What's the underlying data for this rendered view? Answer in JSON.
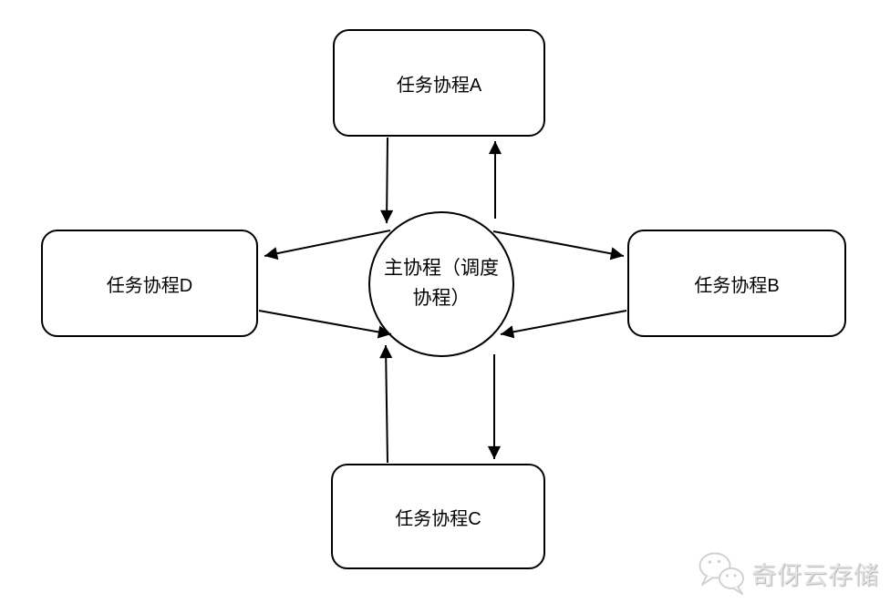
{
  "diagram": {
    "center": {
      "label": "主协程（调度协程）",
      "label_line1": "主协程（调度",
      "label_line2": "协程）"
    },
    "nodes": [
      {
        "id": "A",
        "label": "任务协程A",
        "position": "top"
      },
      {
        "id": "B",
        "label": "任务协程B",
        "position": "right"
      },
      {
        "id": "C",
        "label": "任务协程C",
        "position": "bottom"
      },
      {
        "id": "D",
        "label": "任务协程D",
        "position": "left"
      }
    ],
    "edges": [
      {
        "from": "任务协程A",
        "to": "主协程（调度协程）"
      },
      {
        "from": "主协程（调度协程）",
        "to": "任务协程A"
      },
      {
        "from": "主协程（调度协程）",
        "to": "任务协程B"
      },
      {
        "from": "任务协程B",
        "to": "主协程（调度协程）"
      },
      {
        "from": "任务协程C",
        "to": "主协程（调度协程）"
      },
      {
        "from": "主协程（调度协程）",
        "to": "任务协程C"
      },
      {
        "from": "主协程（调度协程）",
        "to": "任务协程D"
      },
      {
        "from": "任务协程D",
        "to": "主协程（调度协程）"
      }
    ],
    "colors": {
      "stroke": "#000000",
      "background": "#ffffff",
      "watermark": "#d9d9d9"
    }
  },
  "watermark": {
    "icon": "wechat-icon",
    "text": "奇伢云存储"
  }
}
